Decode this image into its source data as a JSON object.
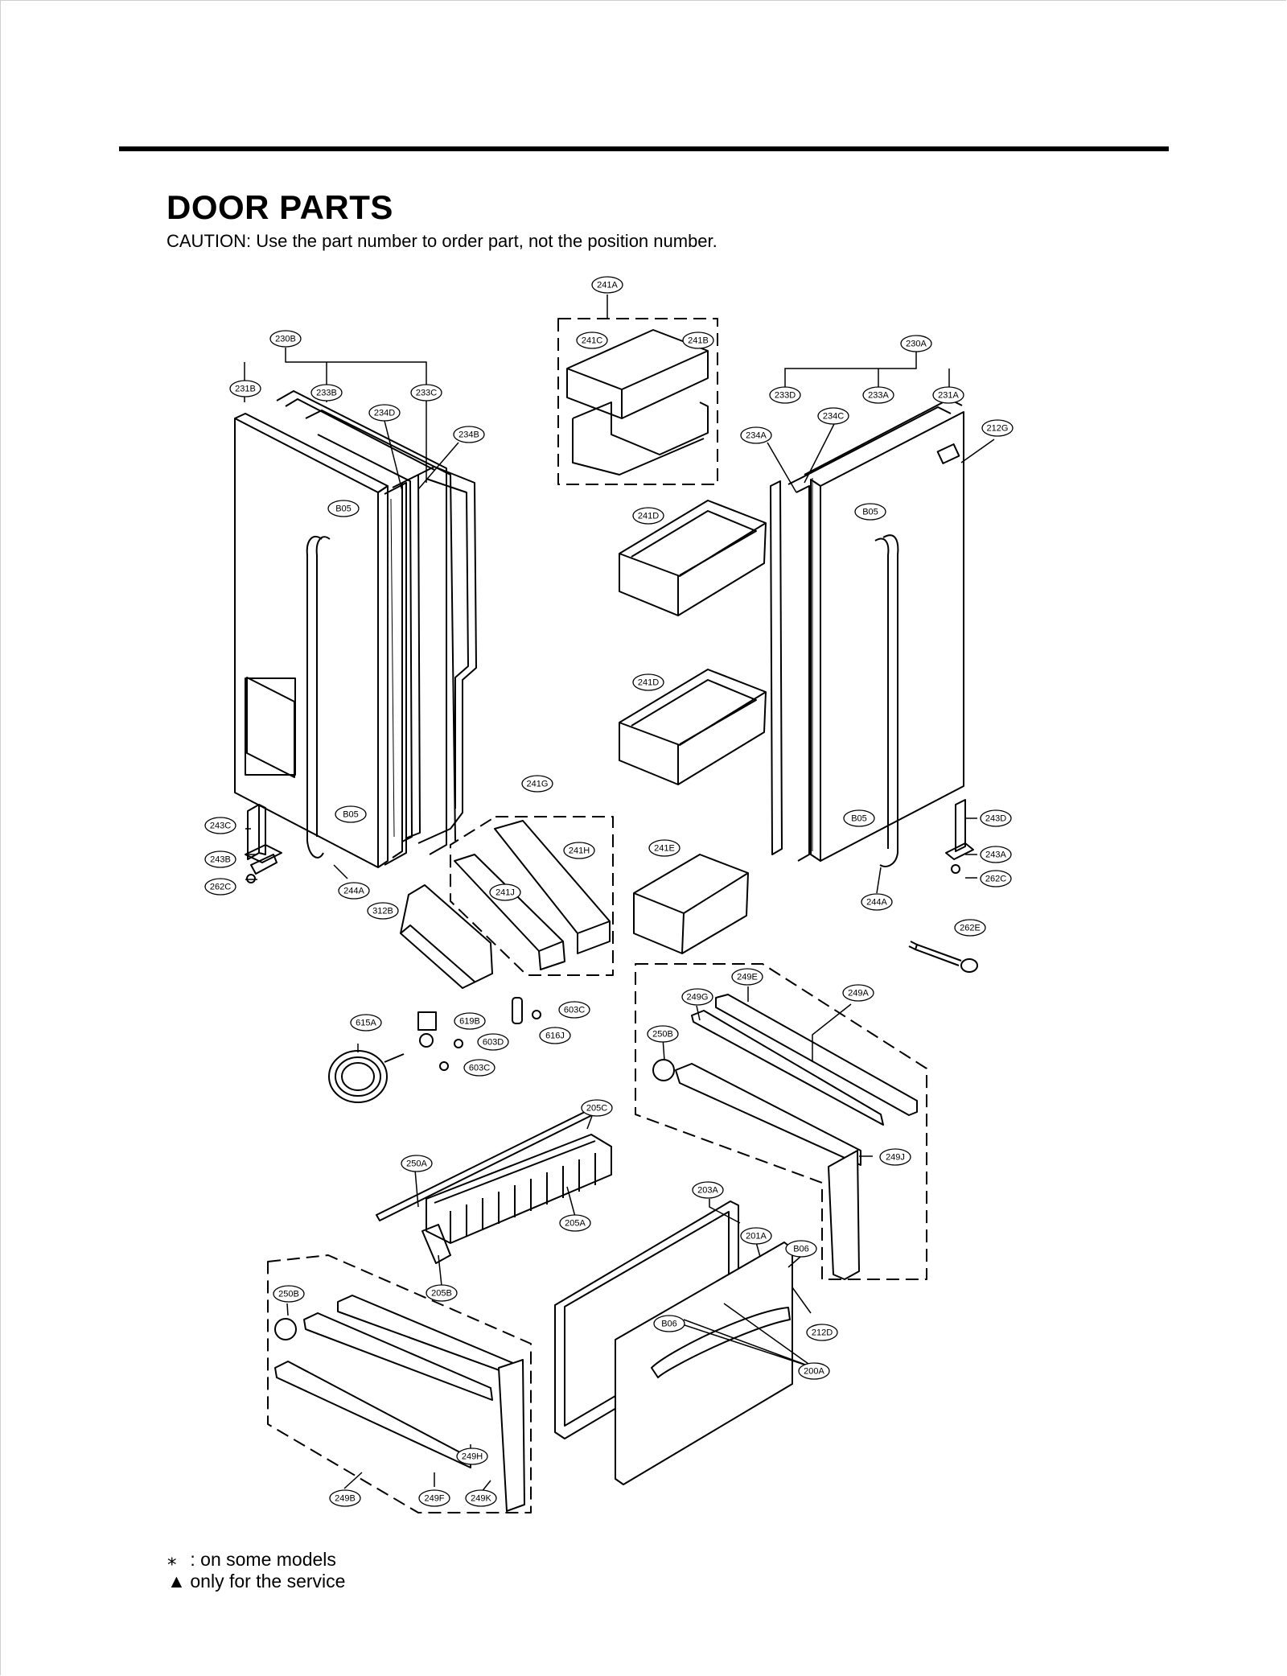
{
  "header": {
    "title": "DOOR PARTS",
    "caution": "CAUTION: Use the part number to order part, not the position number."
  },
  "callouts": [
    {
      "id": "c241A",
      "label": "241A"
    },
    {
      "id": "c241C",
      "label": "241C"
    },
    {
      "id": "c241B",
      "label": "241B"
    },
    {
      "id": "c230B",
      "label": "230B"
    },
    {
      "id": "c231B",
      "label": "231B"
    },
    {
      "id": "c233B",
      "label": "233B"
    },
    {
      "id": "c233C",
      "label": "233C"
    },
    {
      "id": "c234D",
      "label": "234D"
    },
    {
      "id": "c234B",
      "label": "234B"
    },
    {
      "id": "cB05a",
      "label": "B05"
    },
    {
      "id": "cB05b",
      "label": "B05"
    },
    {
      "id": "c230A",
      "label": "230A"
    },
    {
      "id": "c233D",
      "label": "233D"
    },
    {
      "id": "c233A",
      "label": "233A"
    },
    {
      "id": "c231A",
      "label": "231A"
    },
    {
      "id": "c234C",
      "label": "234C"
    },
    {
      "id": "c234A",
      "label": "234A"
    },
    {
      "id": "c212G",
      "label": "212G"
    },
    {
      "id": "cB05c",
      "label": "B05"
    },
    {
      "id": "cB05d",
      "label": "B05"
    },
    {
      "id": "c241Da",
      "label": "241D"
    },
    {
      "id": "c241Db",
      "label": "241D"
    },
    {
      "id": "c241G",
      "label": "241G"
    },
    {
      "id": "c241H",
      "label": "241H"
    },
    {
      "id": "c241J",
      "label": "241J"
    },
    {
      "id": "c241E",
      "label": "241E"
    },
    {
      "id": "c243C",
      "label": "243C"
    },
    {
      "id": "c243B",
      "label": "243B"
    },
    {
      "id": "c262C",
      "label": "262C"
    },
    {
      "id": "c244Aa",
      "label": "244A"
    },
    {
      "id": "c312B",
      "label": "312B"
    },
    {
      "id": "c243D",
      "label": "243D"
    },
    {
      "id": "c243A",
      "label": "243A"
    },
    {
      "id": "c262Cb",
      "label": "262C"
    },
    {
      "id": "c244Ab",
      "label": "244A"
    },
    {
      "id": "c262E",
      "label": "262E"
    },
    {
      "id": "c615A",
      "label": "615A"
    },
    {
      "id": "c619B",
      "label": "619B"
    },
    {
      "id": "c603D",
      "label": "603D"
    },
    {
      "id": "c603Ca",
      "label": "603C"
    },
    {
      "id": "c603Cb",
      "label": "603C"
    },
    {
      "id": "c616J",
      "label": "616J"
    },
    {
      "id": "c249E",
      "label": "249E"
    },
    {
      "id": "c249G",
      "label": "249G"
    },
    {
      "id": "c249A",
      "label": "249A"
    },
    {
      "id": "c250Ba",
      "label": "250B"
    },
    {
      "id": "c249J",
      "label": "249J"
    },
    {
      "id": "c205C",
      "label": "205C"
    },
    {
      "id": "c250A",
      "label": "250A"
    },
    {
      "id": "c205A",
      "label": "205A"
    },
    {
      "id": "c205B",
      "label": "205B"
    },
    {
      "id": "c203A",
      "label": "203A"
    },
    {
      "id": "c201A",
      "label": "201A"
    },
    {
      "id": "cB06a",
      "label": "B06"
    },
    {
      "id": "cB06b",
      "label": "B06"
    },
    {
      "id": "c212D",
      "label": "212D"
    },
    {
      "id": "c200A",
      "label": "200A"
    },
    {
      "id": "c250Bb",
      "label": "250B"
    },
    {
      "id": "c249H",
      "label": "249H"
    },
    {
      "id": "c249B",
      "label": "249B"
    },
    {
      "id": "c249F",
      "label": "249F"
    },
    {
      "id": "c249K",
      "label": "249K"
    }
  ],
  "notes": [
    {
      "symbol": "⁎",
      "text": " : on some models"
    },
    {
      "symbol": "▲",
      "text": " only for the service"
    }
  ]
}
